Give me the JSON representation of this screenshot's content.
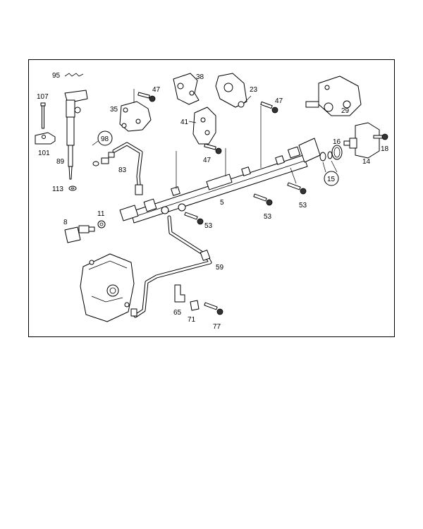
{
  "labels": {
    "l95": "95",
    "l107": "107",
    "l101": "101",
    "l89": "89",
    "l113": "113",
    "l98": "98",
    "l83": "83",
    "l35": "35",
    "l47a": "47",
    "l38": "38",
    "l23": "23",
    "l47b": "47",
    "l29": "29",
    "l41": "41",
    "l47c": "47",
    "l16": "16",
    "l18": "18",
    "l14": "14",
    "l15": "15",
    "l5": "5",
    "l53a": "53",
    "l53b": "53",
    "l53c": "53",
    "l8": "8",
    "l11": "11",
    "l59": "59",
    "l65": "65",
    "l71": "71",
    "l77": "77"
  }
}
